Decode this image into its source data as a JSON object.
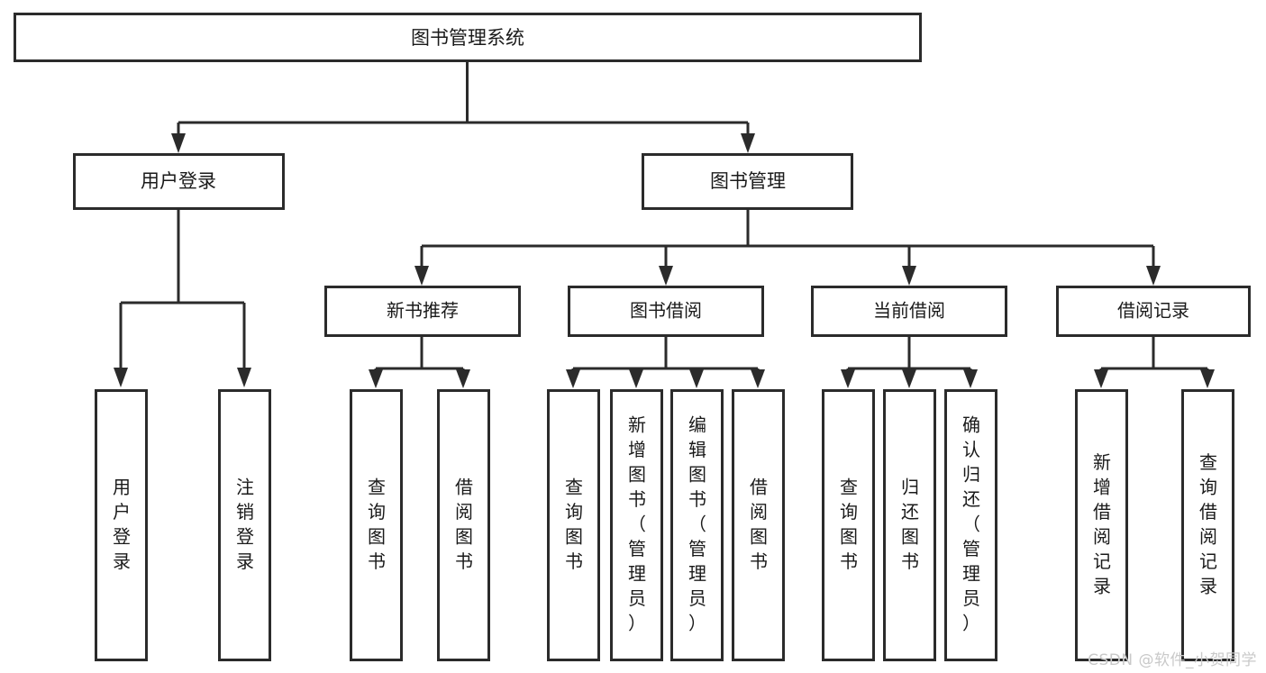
{
  "diagram": {
    "kind": "tree-hierarchy-chart",
    "title_text": "图书管理系统",
    "root": {
      "id": "root",
      "label": "图书管理系统"
    },
    "level2": [
      {
        "id": "user-login",
        "label": "用户登录"
      },
      {
        "id": "book-manage",
        "label": "图书管理"
      }
    ],
    "level3": [
      {
        "id": "new-book-recommend",
        "label": "新书推荐"
      },
      {
        "id": "book-borrow",
        "label": "图书借阅"
      },
      {
        "id": "current-borrow",
        "label": "当前借阅"
      },
      {
        "id": "borrow-record",
        "label": "借阅记录"
      }
    ],
    "leaves": [
      {
        "id": "leaf-user-login",
        "parent": "user-login",
        "label": "用户登录"
      },
      {
        "id": "leaf-logout-login",
        "parent": "user-login",
        "label": "注销登录"
      },
      {
        "id": "leaf-query-book-1",
        "parent": "new-book-recommend",
        "label": "查询图书"
      },
      {
        "id": "leaf-borrow-book-1",
        "parent": "new-book-recommend",
        "label": "借阅图书"
      },
      {
        "id": "leaf-query-book-2",
        "parent": "book-borrow",
        "label": "查询图书"
      },
      {
        "id": "leaf-add-book",
        "parent": "book-borrow",
        "label": "新增图书（管理员）"
      },
      {
        "id": "leaf-edit-book",
        "parent": "book-borrow",
        "label": "编辑图书（管理员）"
      },
      {
        "id": "leaf-borrow-book-2",
        "parent": "book-borrow",
        "label": "借阅图书"
      },
      {
        "id": "leaf-query-book-3",
        "parent": "current-borrow",
        "label": "查询图书"
      },
      {
        "id": "leaf-return-book",
        "parent": "current-borrow",
        "label": "归还图书"
      },
      {
        "id": "leaf-confirm-return",
        "parent": "current-borrow",
        "label": "确认归还（管理员）"
      },
      {
        "id": "leaf-add-record",
        "parent": "borrow-record",
        "label": "新增借阅记录"
      },
      {
        "id": "leaf-query-record",
        "parent": "borrow-record",
        "label": "查询借阅记录"
      }
    ],
    "colors": {
      "box_stroke": "#2b2b2b",
      "box_fill": "#ffffff",
      "text": "#1a1a1a",
      "background": "#ffffff",
      "watermark": "#c9c9c9"
    }
  },
  "watermark": {
    "text": "CSDN @软件_小贺同学"
  }
}
